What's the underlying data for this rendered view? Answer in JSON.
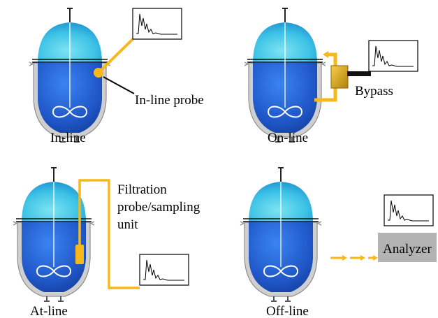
{
  "panels": {
    "inline": {
      "caption": "In-line",
      "probe_label": "In-line probe"
    },
    "online": {
      "caption": "On-line",
      "bypass_label": "Bypass"
    },
    "atline": {
      "caption": "At-line",
      "probe_label_lines": [
        "Filtration",
        "probe/sampling",
        "unit"
      ]
    },
    "offline": {
      "caption": "Off-line",
      "analyzer_label": "Analyzer"
    }
  },
  "colors": {
    "vessel_dark": "#1f55c6",
    "vessel_light": "#4fd6ee",
    "jacket": "#c9c9c9",
    "probe": "#f6b81a",
    "bypass_unit": "#d9a514",
    "analyzer_box": "#b3b3b3"
  },
  "icons": [
    "reactor-vessel",
    "spectrum-chart",
    "stirrer"
  ]
}
